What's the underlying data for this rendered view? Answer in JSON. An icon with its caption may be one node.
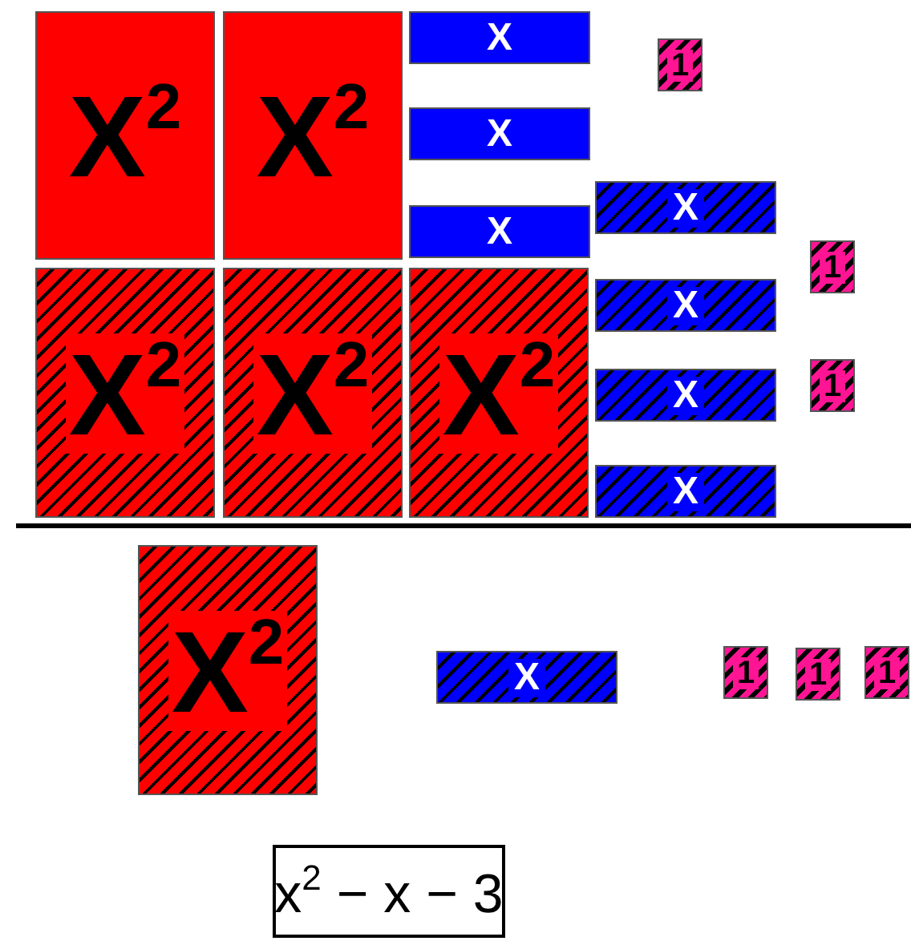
{
  "diagram": {
    "nodes": [
      {
        "text": [
          "X$^{2}$"
        ]
      },
      {
        "text": [
          "X$^{2}$"
        ]
      },
      {
        "text": [
          "X"
        ]
      },
      {
        "text": [
          "X"
        ]
      },
      {
        "text": [
          "X"
        ]
      },
      {
        "text": [
          "1"
        ]
      },
      {
        "text": [
          "X"
        ]
      },
      {
        "text": [
          "X$^{2}$"
        ]
      },
      {
        "text": [
          "X$^{2}$"
        ]
      },
      {
        "text": [
          "X$^{2}$"
        ]
      },
      {
        "text": [
          "X"
        ]
      },
      {
        "text": [
          "1"
        ]
      },
      {
        "text": [
          "X"
        ]
      },
      {
        "text": [
          "1"
        ]
      },
      {
        "text": [
          "X"
        ]
      },
      {
        "text": [
          "X$^{2}$"
        ]
      },
      {
        "text": [
          "X"
        ]
      },
      {
        "text": [
          "1"
        ]
      },
      {
        "text": [
          "1"
        ]
      },
      {
        "text": [
          "1"
        ]
      },
      {
        "text": [
          "x$^{2}$ − x − 3"
        ]
      }
    ]
  }
}
